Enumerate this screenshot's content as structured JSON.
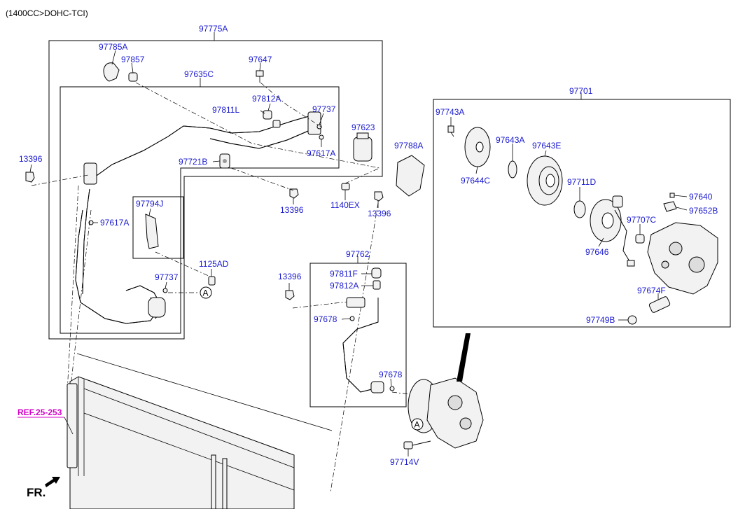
{
  "header": "(1400CC>DOHC-TCI)",
  "ref_link": "REF.25-253",
  "fr_label": "FR.",
  "callout_A": "A",
  "labels": {
    "p97775A": "97775A",
    "p97785A": "97785A",
    "p97857": "97857",
    "p97647": "97647",
    "p97635C": "97635C",
    "p97812A_top": "97812A",
    "p97811L": "97811L",
    "p97737_top": "97737",
    "p97623": "97623",
    "p97617A_right": "97617A",
    "p97788A": "97788A",
    "p13396_left": "13396",
    "p97721B": "97721B",
    "p13396_mid": "13396",
    "p1140EX": "1140EX",
    "p13396_right": "13396",
    "p97794J": "97794J",
    "p97617A_left": "97617A",
    "p1125AD": "1125AD",
    "p97737_bottom": "97737",
    "p97762": "97762",
    "p13396_lower": "13396",
    "p97811F": "97811F",
    "p97812A_lower": "97812A",
    "p97678_left": "97678",
    "p97678_right": "97678",
    "p97714V": "97714V",
    "p97701": "97701",
    "p97743A": "97743A",
    "p97643A": "97643A",
    "p97643E": "97643E",
    "p97644C": "97644C",
    "p97711D": "97711D",
    "p97640": "97640",
    "p97652B": "97652B",
    "p97707C": "97707C",
    "p97646": "97646",
    "p97674F": "97674F",
    "p97749B": "97749B"
  },
  "colors": {
    "label": "#1a1ad0",
    "ref": "#d400c8",
    "line": "#000000"
  }
}
